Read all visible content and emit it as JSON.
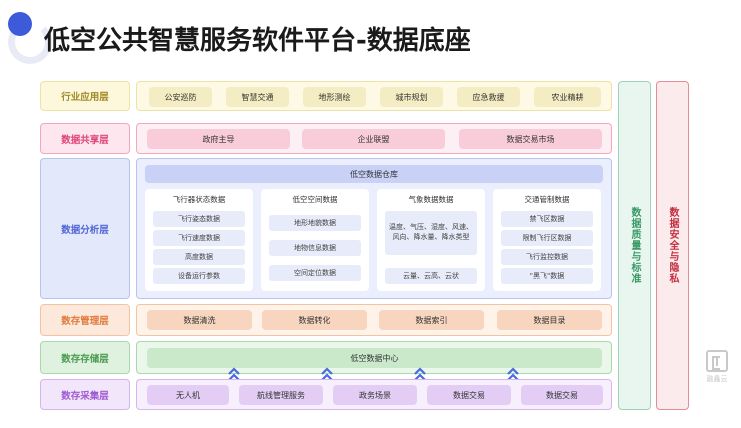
{
  "title": "低空公共智慧服务软件平台-数据底座",
  "layers": {
    "industry": {
      "label": "行业应用层",
      "items": [
        "公安巡防",
        "智慧交通",
        "地形测绘",
        "城市规划",
        "应急救援",
        "农业精耕"
      ]
    },
    "share": {
      "label": "数据共享层",
      "items": [
        "政府主导",
        "企业联盟",
        "数据交易市场"
      ]
    },
    "analysis": {
      "label": "数据分析层",
      "warehouse": "低空数据仓库",
      "cards": [
        {
          "title": "飞行器状态数据",
          "items": [
            "飞行姿态数据",
            "飞行速度数据",
            "高度数据",
            "设备运行参数"
          ]
        },
        {
          "title": "低空空间数据",
          "items": [
            "地形地貌数据",
            "地物信息数据",
            "空间定位数据"
          ]
        },
        {
          "title": "气象数据数据",
          "multi": "温度、气压、湿度、风速、风向、降水量、降水类型",
          "items": [
            "云量、云高、云状"
          ]
        },
        {
          "title": "交通管制数据",
          "items": [
            "禁飞区数据",
            "限制飞行区数据",
            "飞行监控数据",
            "\"黑飞\"数据"
          ]
        }
      ]
    },
    "manage": {
      "label": "数存管理层",
      "items": [
        "数据清洗",
        "数据转化",
        "数据索引",
        "数据目录"
      ]
    },
    "store": {
      "label": "数存存储层",
      "center": "低空数据中心"
    },
    "collect": {
      "label": "数存采集层",
      "items": [
        "无人机",
        "航线管理服务",
        "政务场景",
        "数据交易",
        "数据交易"
      ]
    }
  },
  "side": {
    "quality": "数据质量与标准",
    "security": "数据安全与隐私"
  },
  "logo_text": "融鑫云",
  "colors": {
    "title_dot": "#3d5bd9",
    "industry": "#a08b25",
    "share": "#e0457a",
    "analysis": "#5366d6",
    "manage": "#e07a3a",
    "store": "#4c9a50",
    "collect": "#a05bd2",
    "quality": "#3a9a67",
    "security": "#c2303f"
  }
}
